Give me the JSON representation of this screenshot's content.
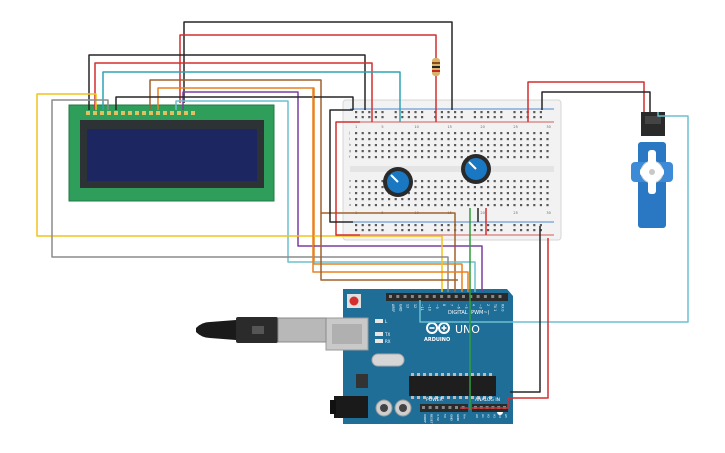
{
  "arduino": {
    "brand": "ARDUINO",
    "model": "UNO",
    "digital_header_label": "DIGITAL (PWM~)",
    "power_header_label": "POWER",
    "analog_header_label": "ANALOG IN",
    "digital_pins": [
      "AREF",
      "GND",
      "13",
      "12",
      "~11",
      "~10",
      "~9",
      "8",
      "7",
      "~6",
      "~5",
      "4",
      "~3",
      "2",
      "TX 1",
      "RX 0"
    ],
    "power_pins": [
      "IOREF",
      "RESET",
      "3.3V",
      "5V",
      "GND",
      "GND",
      "Vin"
    ],
    "analog_pins": [
      "A0",
      "A1",
      "A2",
      "A3",
      "A4",
      "A5"
    ],
    "led_labels": [
      "L",
      "TX",
      "RX"
    ]
  },
  "breadboard": {
    "column_numbers": [
      "1",
      "5",
      "10",
      "15",
      "20",
      "25",
      "30"
    ],
    "row_letters_top": [
      "j",
      "i",
      "h",
      "g",
      "f"
    ],
    "row_letters_bottom": [
      "e",
      "d",
      "c",
      "b",
      "a"
    ]
  },
  "colors": {
    "wire_red": "#d32f2f",
    "wire_black": "#262626",
    "wire_yellow": "#f2c21b",
    "wire_gray": "#8c8c8c",
    "wire_orange": "#e8821e",
    "wire_brown": "#a0622d",
    "wire_purple": "#7b3fa0",
    "wire_teal": "#2ea3b3",
    "wire_lightblue": "#6cc0d0",
    "wire_green": "#2e9d3a",
    "arduino_board": "#1f6e98",
    "lcd_board": "#2e9e5a",
    "lcd_screen": "#1c2660",
    "servo_body": "#2a78c4",
    "pot_knob": "#1a78c2"
  },
  "icons": {
    "usb_cable": "usb-plug-icon",
    "potentiometer": "potentiometer-knob-icon",
    "servo": "servo-motor-icon",
    "resistor": "resistor-icon",
    "reset": "reset-button-icon"
  }
}
